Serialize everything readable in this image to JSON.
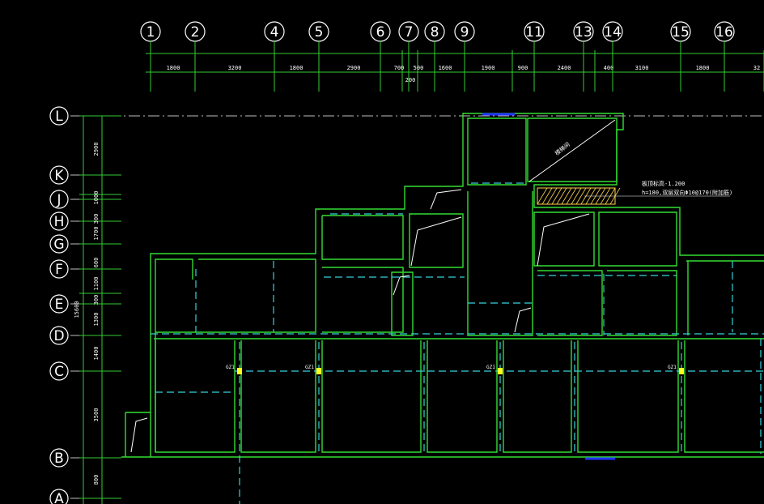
{
  "grid_columns": [
    "1",
    "2",
    "4",
    "5",
    "6",
    "7",
    "8",
    "9",
    "11",
    "13",
    "14",
    "15",
    "16"
  ],
  "grid_rows": [
    "L",
    "K",
    "J",
    "H",
    "G",
    "F",
    "E",
    "D",
    "C",
    "B",
    "A"
  ],
  "top_dimensions": [
    "1800",
    "3200",
    "1800",
    "2900",
    "700",
    "500",
    "1600",
    "1900",
    "900",
    "2400",
    "400",
    "3100",
    "1800",
    "32"
  ],
  "top_dimension_extra": "200",
  "left_dimensions": [
    "2900",
    "1000",
    "300",
    "1700",
    "600",
    "1100",
    "300",
    "1300",
    "1400",
    "3500",
    "800"
  ],
  "left_total": "15600",
  "column_labels": [
    "GZ1",
    "GZ1",
    "GZ1",
    "GZ1"
  ],
  "stair_note": "楼梯间",
  "slab_note_line1": "板顶标高-1.200",
  "slab_note_line2": "h=180,双层双向Φ10@170(附加筋)",
  "colors": {
    "background": "#000000",
    "wall": "#33dd33",
    "beam": "#35d2dc",
    "column": "#ffff22",
    "text": "#ffffff",
    "hatch": "#ffd24d"
  }
}
